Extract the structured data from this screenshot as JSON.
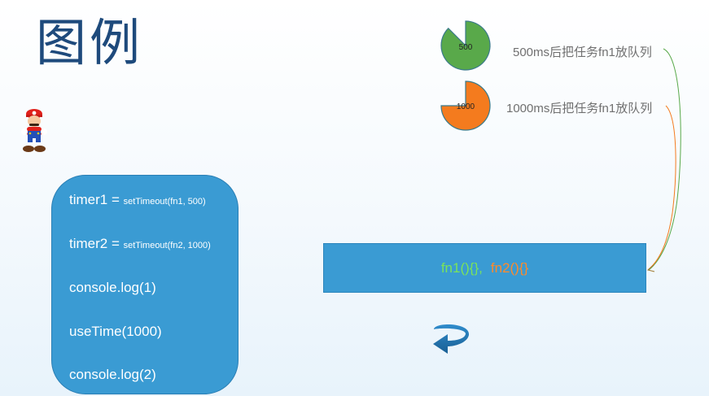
{
  "title": "图例",
  "code": {
    "line1_main": "timer1 = ",
    "line1_small": "setTimeout(fn1, 500)",
    "line2_main": "timer2 = ",
    "line2_small": "setTimeout(fn2, 1000)",
    "line3": "console.log(1)",
    "line4": "useTime(1000)",
    "line5": "console.log(2)"
  },
  "timers": [
    {
      "value": "500",
      "label": "500ms后把任务fn1放队列",
      "color": "#59a94a",
      "elapsed_fraction": 0.875
    },
    {
      "value": "1000",
      "label": "1000ms后把任务fn1放队列",
      "color": "#f47b1e",
      "elapsed_fraction": 0.75
    }
  ],
  "queue": {
    "fn1": "fn1(){},",
    "fn2": "fn2(){}",
    "fn1_color": "#7be35a",
    "fn2_color": "#ff8a2a",
    "box_color": "#3a9bd3"
  },
  "icons": [
    "mario-character-icon",
    "loop-arrow-icon"
  ]
}
